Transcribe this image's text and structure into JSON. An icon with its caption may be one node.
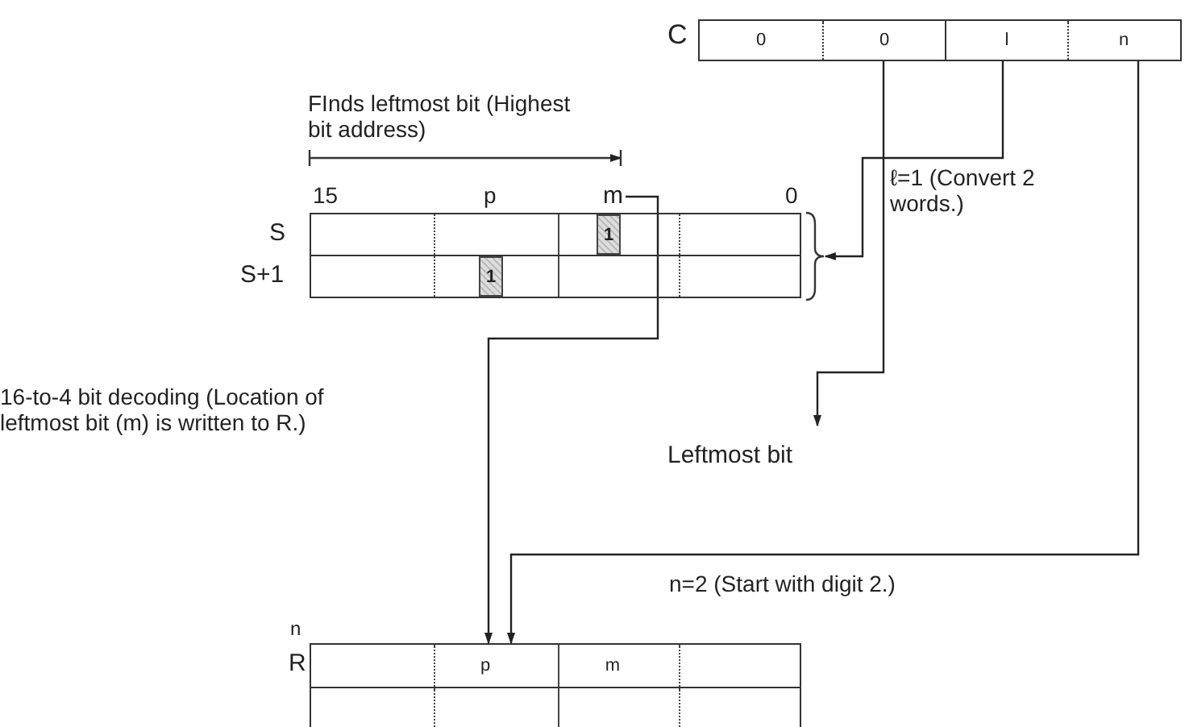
{
  "diagram": {
    "nodes": [
      {
        "text": [
          "C"
        ]
      },
      {
        "text": [
          "0"
        ],
        "in": 0
      },
      {
        "text": [
          "0"
        ],
        "in": 0
      },
      {
        "text": [
          "l"
        ],
        "in": 0
      },
      {
        "text": [
          "n"
        ],
        "in": 0
      },
      {
        "text": [
          "m"
        ]
      },
      {
        "text": [
          "S"
        ]
      },
      {
        "text": [
          "1"
        ],
        "in": 6
      },
      {
        "text": [
          "S+1"
        ]
      },
      {
        "text": [
          "1"
        ],
        "in": 8
      },
      {
        "text": [],
        "shape": "brace"
      },
      {
        "text": [
          "Leftmost bit"
        ]
      },
      {
        "text": [
          "R"
        ]
      },
      {
        "text": [
          "p"
        ],
        "in": 12
      },
      {
        "text": [
          "m"
        ],
        "in": 12
      },
      {
        "text": [],
        "shape": "box"
      }
    ],
    "edges": [
      {
        "from": 3,
        "to": 10,
        "arrow": "to"
      },
      {
        "from": 2,
        "to": 11,
        "arrow": "to"
      },
      {
        "from": 5,
        "to": 12,
        "arrow": "to"
      },
      {
        "from": 4,
        "to": 12,
        "arrow": "to"
      }
    ],
    "labels": [
      "FInds leftmost bit (Highest bit address)",
      "15",
      "p",
      "0",
      "ℓ=1 (Convert 2 words.)",
      "16-to-4 bit decoding (Location of leftmost bit (m) is written to R.)",
      "n=2 (Start with digit 2.)",
      "n"
    ]
  }
}
